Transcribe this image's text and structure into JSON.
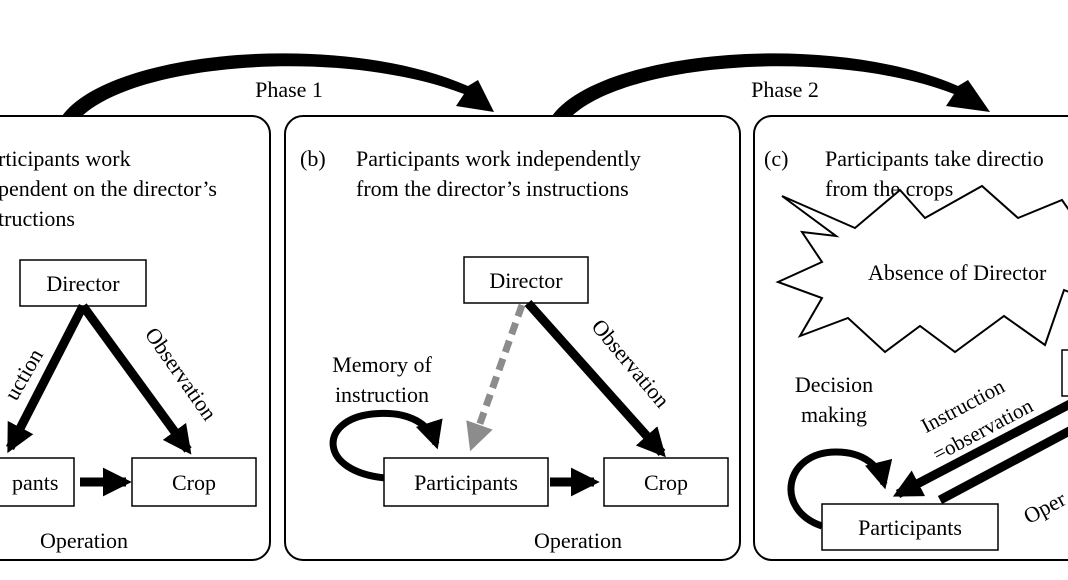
{
  "phases": [
    "Phase 1",
    "Phase 2"
  ],
  "panels": [
    {
      "id": "a",
      "letter": "",
      "title_lines": [
        "rticipants work",
        "pendent on the director’s",
        "tructions"
      ],
      "nodes": {
        "director": "Director",
        "participants": "pants",
        "crop": "Crop"
      },
      "labels": {
        "instruction": "uction",
        "observation": "Observation",
        "operation": "Operation"
      }
    },
    {
      "id": "b",
      "letter": "(b)",
      "title_lines": [
        "Participants work independently",
        "from the director’s instructions"
      ],
      "nodes": {
        "director": "Director",
        "participants": "Participants",
        "crop": "Crop"
      },
      "labels": {
        "memory": [
          "Memory of",
          "instruction"
        ],
        "observation": "Observation",
        "operation": "Operation"
      }
    },
    {
      "id": "c",
      "letter": "(c)",
      "title_lines": [
        "Participants take directio",
        "from the crops"
      ],
      "starburst": "Absence of Director",
      "nodes": {
        "participants": "Participants"
      },
      "labels": {
        "decision": [
          "Decision",
          "making"
        ],
        "instruction": [
          "Instruction",
          "=observation"
        ],
        "operation": "Oper"
      }
    }
  ]
}
